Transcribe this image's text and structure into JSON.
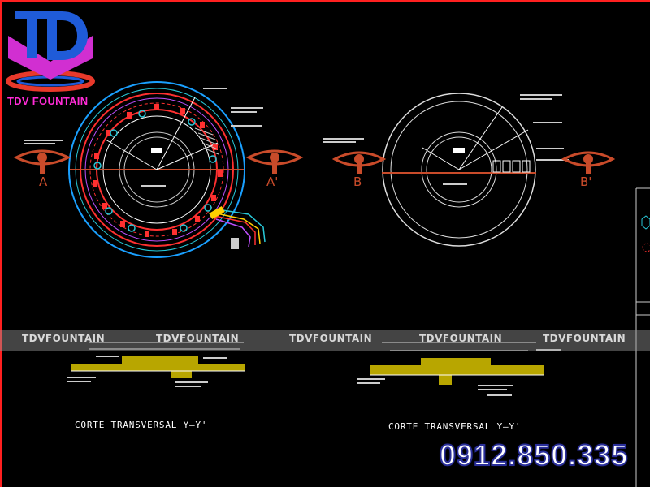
{
  "brand": {
    "name": "TDV FOUNTAIN",
    "logo_letters": "TD",
    "colors": {
      "logo_blue": "#1f5bd8",
      "logo_magenta": "#d12fd1",
      "logo_red": "#e8392b",
      "frame": "#ff2020"
    }
  },
  "plans": {
    "plan_a": {
      "left_marker": "A",
      "right_marker": "A'"
    },
    "plan_b": {
      "left_marker": "B",
      "right_marker": "B'"
    }
  },
  "sections": {
    "left_caption": "CORTE TRANSVERSAL Y–Y'",
    "right_caption": "CORTE TRANSVERSAL Y–Y'"
  },
  "watermarks": [
    "TDVFOUNTAIN",
    "TDVFOUNTAIN",
    "TDVFOUNTAIN",
    "TDVFOUNTAIN",
    "TDVFOUNTAIN"
  ],
  "contact": {
    "phone": "0912.850.335"
  }
}
